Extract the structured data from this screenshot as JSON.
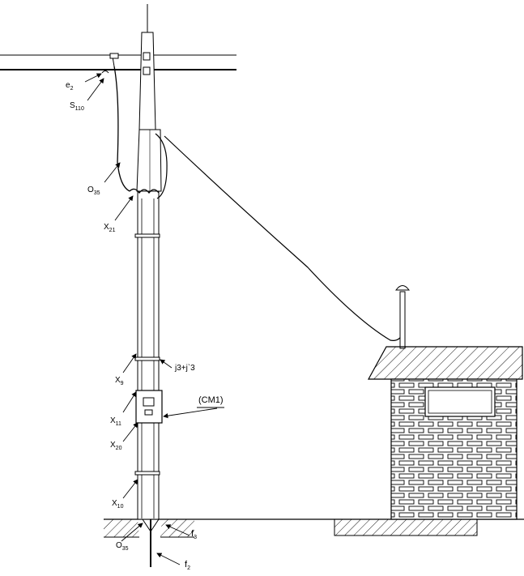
{
  "labels": {
    "e2": {
      "main": "e",
      "sub": "2"
    },
    "s110": {
      "main": "S",
      "sub": "110"
    },
    "o35_top": {
      "main": "O",
      "sub": "35"
    },
    "x21": {
      "main": "X",
      "sub": "21"
    },
    "j3": {
      "text": "j3+j`3"
    },
    "x9": {
      "main": "X",
      "sub": "9"
    },
    "x11": {
      "main": "X",
      "sub": "11"
    },
    "cm1": {
      "text": "(CM1)"
    },
    "x20": {
      "main": "X",
      "sub": "20"
    },
    "x10": {
      "main": "X",
      "sub": "10"
    },
    "o35_bottom": {
      "main": "O",
      "sub": "35"
    },
    "f3": {
      "main": "f",
      "sub": "3"
    },
    "f2": {
      "main": "f",
      "sub": "2"
    }
  }
}
